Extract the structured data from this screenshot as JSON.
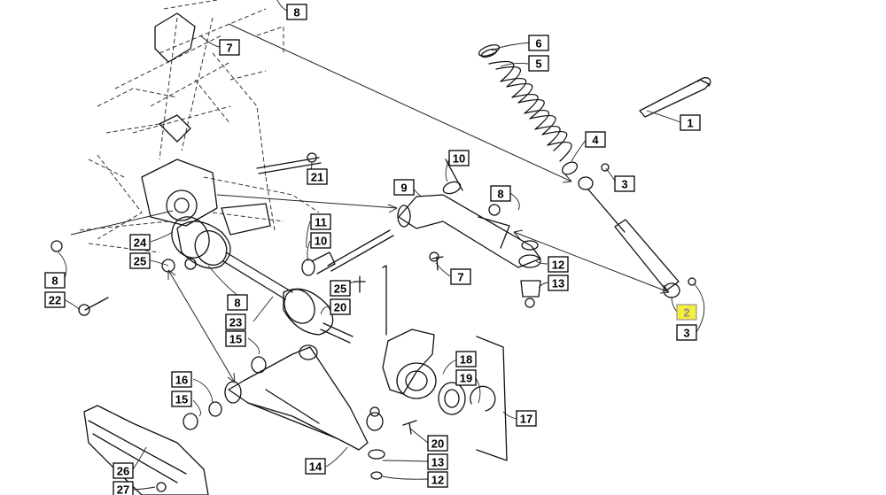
{
  "callouts": [
    {
      "id": "c1",
      "label": "1"
    },
    {
      "id": "c2",
      "label": "2",
      "highlight": true
    },
    {
      "id": "c3a",
      "label": "3"
    },
    {
      "id": "c3b",
      "label": "3"
    },
    {
      "id": "c4",
      "label": "4"
    },
    {
      "id": "c5",
      "label": "5"
    },
    {
      "id": "c6",
      "label": "6"
    },
    {
      "id": "c7a",
      "label": "7"
    },
    {
      "id": "c7b",
      "label": "7"
    },
    {
      "id": "c8a",
      "label": "8"
    },
    {
      "id": "c8b",
      "label": "8"
    },
    {
      "id": "c8c",
      "label": "8"
    },
    {
      "id": "c8d",
      "label": "8"
    },
    {
      "id": "c9",
      "label": "9"
    },
    {
      "id": "c10a",
      "label": "10"
    },
    {
      "id": "c10b",
      "label": "10"
    },
    {
      "id": "c11",
      "label": "11"
    },
    {
      "id": "c12a",
      "label": "12"
    },
    {
      "id": "c12b",
      "label": "12"
    },
    {
      "id": "c13a",
      "label": "13"
    },
    {
      "id": "c13b",
      "label": "13"
    },
    {
      "id": "c14",
      "label": "14"
    },
    {
      "id": "c15a",
      "label": "15"
    },
    {
      "id": "c15b",
      "label": "15"
    },
    {
      "id": "c16",
      "label": "16"
    },
    {
      "id": "c17",
      "label": "17"
    },
    {
      "id": "c18",
      "label": "18"
    },
    {
      "id": "c19",
      "label": "19"
    },
    {
      "id": "c20a",
      "label": "20"
    },
    {
      "id": "c20b",
      "label": "20"
    },
    {
      "id": "c21",
      "label": "21"
    },
    {
      "id": "c22",
      "label": "22"
    },
    {
      "id": "c23",
      "label": "23"
    },
    {
      "id": "c24",
      "label": "24"
    },
    {
      "id": "c25a",
      "label": "25"
    },
    {
      "id": "c25b",
      "label": "25"
    },
    {
      "id": "c26",
      "label": "26"
    },
    {
      "id": "c27",
      "label": "27"
    }
  ],
  "colors": {
    "highlight": "#f4ee3c",
    "line": "#111111",
    "background": "#ffffff"
  }
}
